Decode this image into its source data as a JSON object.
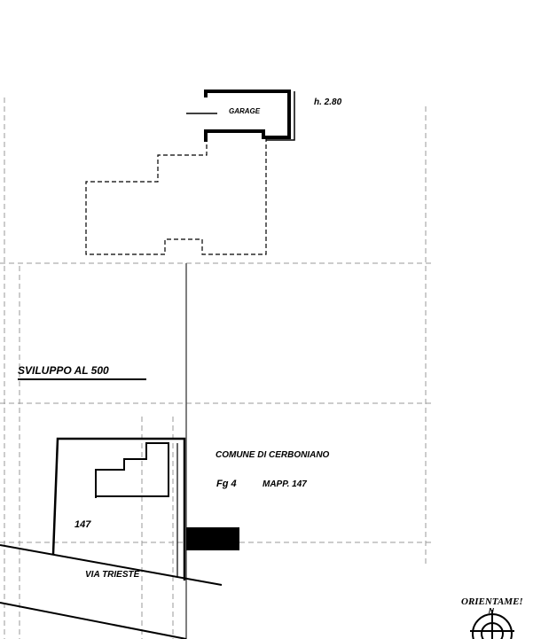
{
  "garage": {
    "label": "GARAGE",
    "height_label": "h. 2.80"
  },
  "section_title": "SVILUPPO AL 500",
  "cadastre": {
    "municipality": "COMUNE DI CERBONIANO",
    "sheet": "Fg 4",
    "parcel": "MAPP. 147"
  },
  "parcel_number": "147",
  "street": "VIA TRIESTE",
  "orientation": {
    "label": "ORIENTAME!",
    "north": "N"
  },
  "colors": {
    "ink": "#000000",
    "paper": "#ffffff",
    "grid": "#9a9a9a"
  }
}
